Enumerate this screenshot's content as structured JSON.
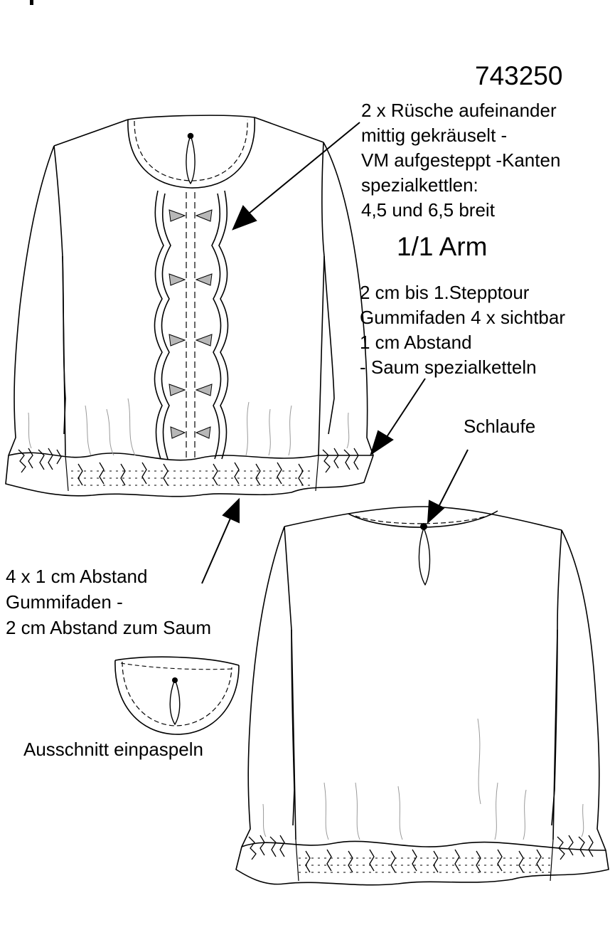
{
  "style_number": "743250",
  "sleeve": "1/1 Arm",
  "ruffle_note": [
    "2 x Rüsche aufeinander",
    "mittig gekräuselt -",
    "VM aufgesteppt -Kanten",
    "spezialkettlen:",
    "4,5 und 6,5 breit"
  ],
  "sleeve_note": [
    "2 cm bis 1.Stepptour",
    "Gummifaden 4 x sichtbar",
    "1 cm Abstand",
    "- Saum spezialketteln"
  ],
  "loop_label": "Schlaufe",
  "hem_note": [
    "4 x 1 cm Abstand",
    "Gummifaden -",
    "2 cm Abstand zum Saum"
  ],
  "neckline_label": "Ausschnitt einpaspeln",
  "colors": {
    "line": "#000000",
    "paper": "#ffffff",
    "shade": "#b8b8b8",
    "light": "#9a9a9a"
  }
}
